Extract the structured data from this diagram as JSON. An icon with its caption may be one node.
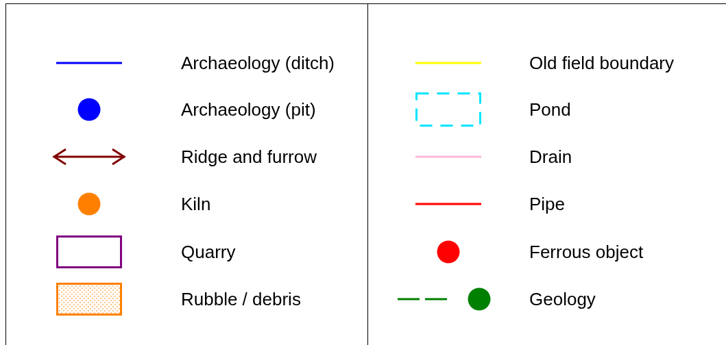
{
  "diagram": {
    "legend": [
      {
        "text": "Archaeology (ditch)",
        "color": "#0000ff"
      },
      {
        "text": "Archaeology (pit)",
        "color": "#0000ff"
      },
      {
        "text": "Ridge and furrow",
        "color": "#800000"
      },
      {
        "text": "Kiln",
        "color": "#ff8000"
      },
      {
        "text": "Quarry",
        "color": "#800080"
      },
      {
        "text": "Rubble / debris",
        "color": "#ff8000"
      },
      {
        "text": "Old field boundary",
        "color": "#ffff00"
      },
      {
        "text": "Pond",
        "color": "#00e5ff"
      },
      {
        "text": "Drain",
        "color": "#ffb6d9"
      },
      {
        "text": "Pipe",
        "color": "#ff0000"
      },
      {
        "text": "Ferrous object",
        "color": "#ff0000"
      },
      {
        "text": "Geology",
        "color": "#008000"
      }
    ]
  }
}
